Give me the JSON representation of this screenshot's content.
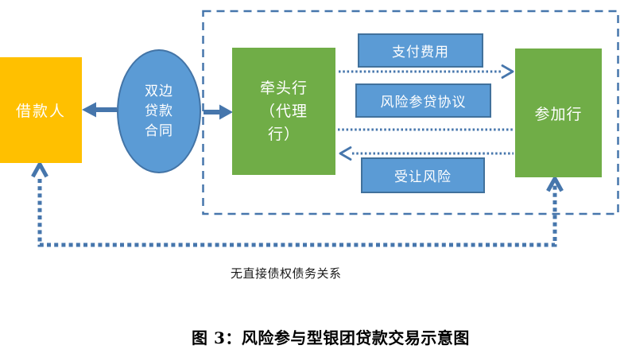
{
  "diagram": {
    "title_caption": "图 3：风险参与型银团贷款交易示意图",
    "nodes": {
      "borrower": {
        "label": "借款人",
        "shape": "rectangle",
        "fill": "#FFC000"
      },
      "contract": {
        "lines": [
          "双边",
          "贷款",
          "合同"
        ],
        "shape": "ellipse",
        "fill": "#5B9BD5"
      },
      "lead_bank": {
        "lines": [
          "牵头行",
          "（代理",
          "行）"
        ],
        "shape": "rectangle",
        "fill": "#70AD47"
      },
      "participant_bank": {
        "label": "参加行",
        "shape": "rectangle",
        "fill": "#70AD47"
      }
    },
    "flow_labels": {
      "pay_fee": {
        "label": "支付费用",
        "direction": "lead-bank-to-participant"
      },
      "risk_participation_agreement": {
        "label": "风险参贷协议",
        "direction": "between-banks"
      },
      "transfer_risk": {
        "label": "受让风险",
        "direction": "participant-to-lead-bank"
      }
    },
    "annotations": {
      "no_direct_relation": "无直接债权债务关系"
    },
    "colors": {
      "yellow": "#FFC000",
      "blue_fill": "#5B9BD5",
      "blue_border": "#41719C",
      "green_fill": "#70AD47",
      "line_blue": "#4676AC"
    }
  }
}
